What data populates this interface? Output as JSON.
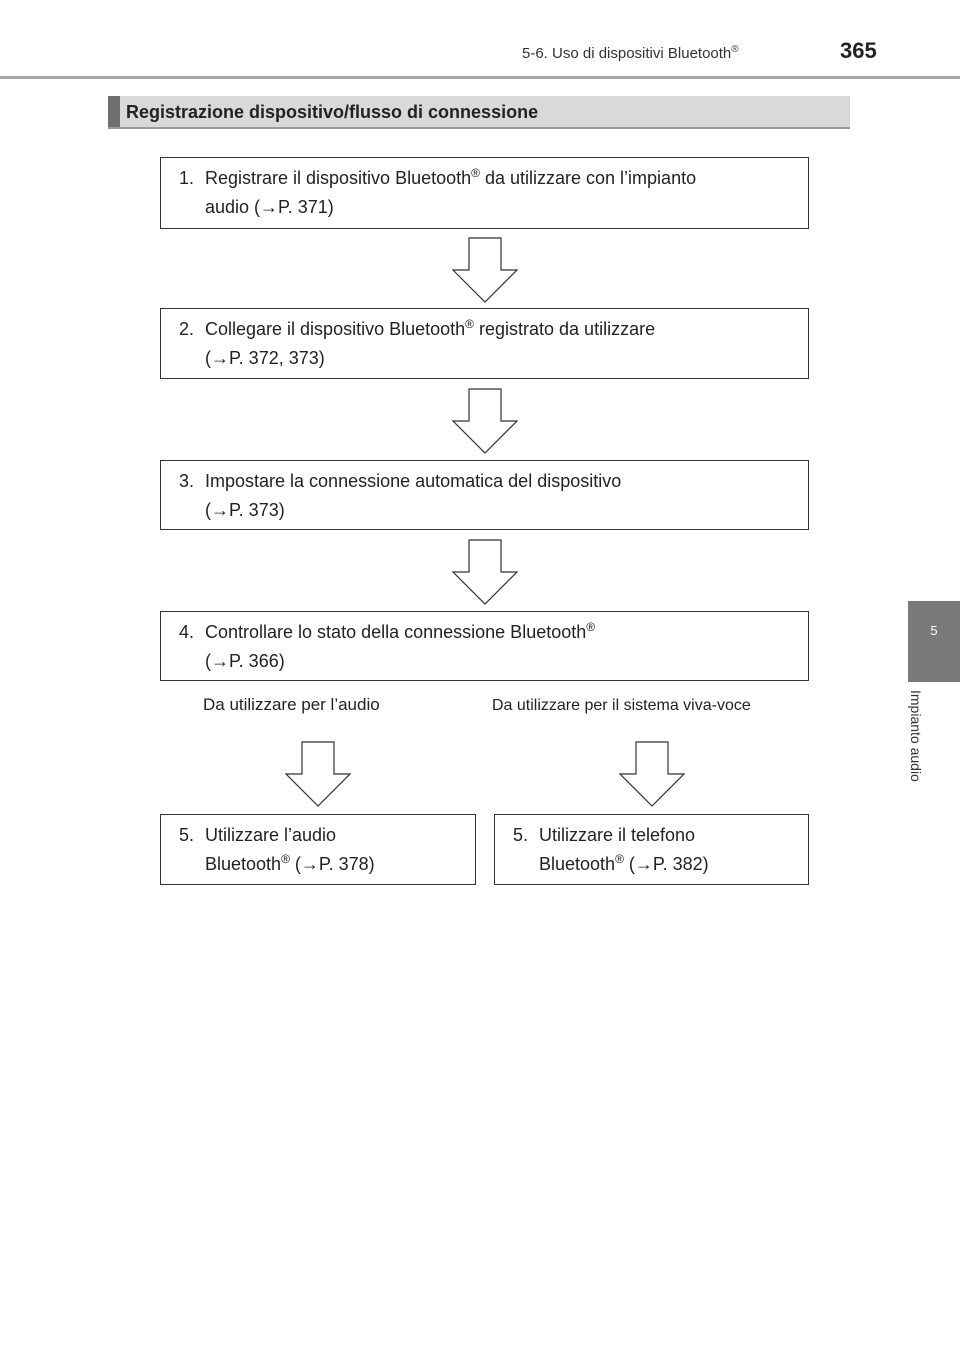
{
  "header": {
    "section": "5-6. Uso di dispositivi Bluetooth",
    "section_mark": "®",
    "page_number": "365"
  },
  "side_tab": {
    "chapter_number": "5",
    "chapter_label": "Impianto audio"
  },
  "section_title": "Registrazione dispositivo/flusso di connessione",
  "steps": [
    {
      "num": "1.",
      "line1_a": "Registrare il dispositivo Bluetooth",
      "mark": "®",
      "line1_b": " da utilizzare con l’impianto",
      "line2": "audio (→P. 371)"
    },
    {
      "num": "2.",
      "line1_a": "Collegare il dispositivo Bluetooth",
      "mark": "®",
      "line1_b": " registrato da utilizzare",
      "line2": "(→P. 372, 373)"
    },
    {
      "num": "3.",
      "line1_a": "Impostare la connessione automatica del dispositivo",
      "mark": "",
      "line1_b": "",
      "line2": "(→P. 373)"
    },
    {
      "num": "4.",
      "line1_a": "Controllare lo stato della connessione Bluetooth",
      "mark": "®",
      "line1_b": "",
      "line2": "(→P. 366)"
    }
  ],
  "branches": {
    "left_label": "Da utilizzare per l’audio",
    "right_label": "Da utilizzare per il sistema viva-voce"
  },
  "final_steps": [
    {
      "num": "5.",
      "line1": "Utilizzare l’audio",
      "line2_a": "Bluetooth",
      "mark": "®",
      "line2_b": " (→P. 378)"
    },
    {
      "num": "5.",
      "line1": "Utilizzare il telefono",
      "line2_a": "Bluetooth",
      "mark": "®",
      "line2_b": " (→P. 382)"
    }
  ]
}
